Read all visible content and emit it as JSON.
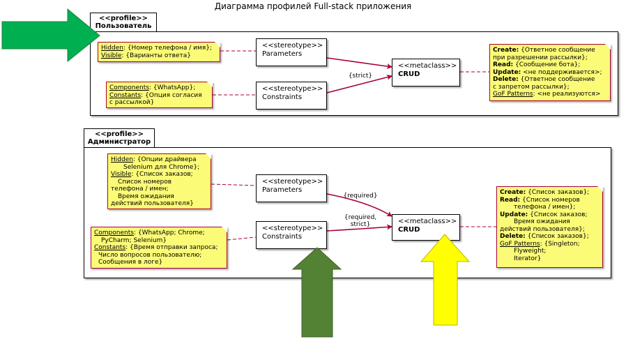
{
  "title": "Диаграмма профилей Full-stack приложения",
  "user_profile": {
    "stereotype": "<<profile>>",
    "name": "Пользователь",
    "parameters": {
      "stereo": "<<stereotype>>",
      "name": "Parameters"
    },
    "constraints": {
      "stereo": "<<stereotype>>",
      "name": "Constraints"
    },
    "crud": {
      "stereo": "<<metaclass>>",
      "name": "CRUD"
    },
    "edge_label": "{strict}",
    "note_params": {
      "hidden_key": "Hidden",
      "hidden_val": ": {Номер телефона / имя};",
      "visible_key": "Visible",
      "visible_val": ": {Варианты ответа}"
    },
    "note_constraints": {
      "components_key": "Components",
      "components_val": ": {WhatsApp};",
      "constants_key": "Constants",
      "constants_val": ": {Опция согласия",
      "constants_val2": "с рассылкой}"
    },
    "note_crud": {
      "create_key": "Create:",
      "create_val": " {Ответное сообщение",
      "create_val2": "при разрешении рассылки};",
      "read_key": "Read:",
      "read_val": " {Сообщение бота};",
      "update_key": "Update:",
      "update_val": " <не поддерживается>;",
      "delete_key": "Delete:",
      "delete_val": " {Ответное сообщение",
      "delete_val2": "с запретом рассылки};",
      "gof_key": "GoF Patterns",
      "gof_val": ": <не реализуются>"
    }
  },
  "admin_profile": {
    "stereotype": "<<profile>>",
    "name": "Администратор",
    "parameters": {
      "stereo": "<<stereotype>>",
      "name": "Parameters"
    },
    "constraints": {
      "stereo": "<<stereotype>>",
      "name": "Constraints"
    },
    "crud": {
      "stereo": "<<metaclass>>",
      "name": "CRUD"
    },
    "edge_label_top": "{required}",
    "edge_label_bottom_1": "{required,",
    "edge_label_bottom_2": "strict}",
    "note_params": {
      "hidden_key": "Hidden",
      "hidden_val": ": {Опции драйвера",
      "hidden_val2": "Selenium для Chrome};",
      "visible_key": "Visible",
      "visible_val": ": {Список заказов;",
      "visible_val2": "Список номеров",
      "visible_val3": "телефона / имен;",
      "visible_val4": "Время ожидания",
      "visible_val5": "действий пользователя}"
    },
    "note_constraints": {
      "components_key": "Components",
      "components_val": ": {WhatsApp; Chrome;",
      "components_val2": "PyCharm; Selenium}",
      "constants_key": "Constants",
      "constants_val": ": {Время отправки запроса;",
      "constants_val2": "Число вопросов пользователю;",
      "constants_val3": "Сообщения в логе}"
    },
    "note_crud": {
      "create_key": "Create:",
      "create_val": " {Список заказов};",
      "read_key": "Read:",
      "read_val": " {Список номеров",
      "read_val2": "телефона / имен};",
      "update_key": "Update:",
      "update_val": " {Список заказов;",
      "update_val2": "Время ожидания",
      "update_val3": "действий пользователя};",
      "delete_key": "Delete:",
      "delete_val": " {Список заказов};",
      "gof_key": "GoF Patterns",
      "gof_val": ": {Singleton;",
      "gof_val2": "Flyweight;",
      "gof_val3": "Iterator}"
    }
  },
  "colors": {
    "note_fill": "#fbfb77",
    "note_border": "#a80036",
    "edge": "#a80036",
    "arrow_green": "#00b050",
    "arrow_dark_green": "#548235",
    "arrow_yellow": "#ffff00"
  }
}
